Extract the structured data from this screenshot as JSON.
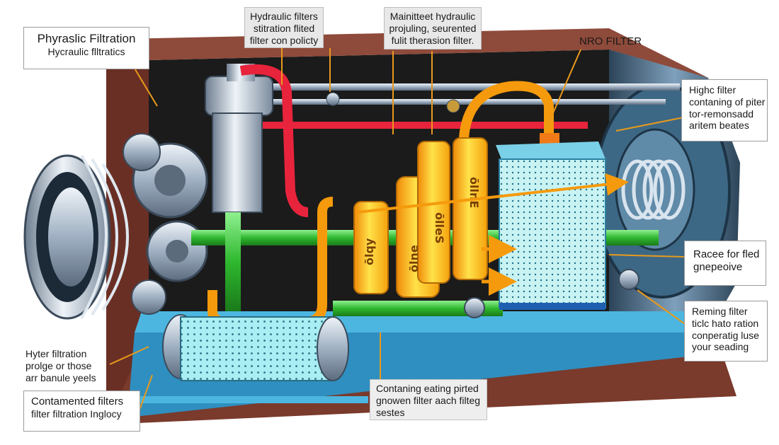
{
  "diagram": {
    "labels": {
      "top_left": {
        "title": "Phyraslic Filtration",
        "subtitle": "Hycraulic flltratics"
      },
      "top_center_left": {
        "lines": [
          "Hydraulic filters",
          "stitration flited",
          "filter con policty"
        ]
      },
      "top_center_right": {
        "lines": [
          "Mainitteet hydraulic",
          "projuling, seurented",
          "fulit therasion filter."
        ]
      },
      "top_right": {
        "title": "NRO FILTER"
      },
      "right_upper": {
        "lines": [
          "Highc filter",
          "contaning of piter",
          "tor-remonsadd",
          "aritem beates"
        ]
      },
      "right_middle": {
        "lines": [
          "Racee for fled",
          "gnepeoive"
        ]
      },
      "right_lower": {
        "lines": [
          "Reming filter",
          "ticlc hato ration",
          "conperatig luse",
          "your seading"
        ]
      },
      "bottom_left_upper": {
        "lines": [
          "Hyter filtration",
          "prolge or those",
          "arr banule yeels"
        ]
      },
      "bottom_left": {
        "title": "Contamented filters",
        "subtitle": "filter filtration Inglocy"
      },
      "bottom_center": {
        "lines": [
          "Contaning eating pirted",
          "gnowen filter aach filteg",
          "sestes"
        ]
      }
    },
    "filter_cartridge_text": [
      "ōlqy",
      "ōlne",
      "ōlleS",
      "ōllnE"
    ],
    "colors": {
      "housing": "#7a3a2c",
      "metal": "#b8c6d4",
      "pipe_green": "#3cc43c",
      "pipe_red": "#e8243c",
      "pipe_orange": "#f59a0c",
      "cartridge_yellow": "#ffd21a",
      "filter_cyan": "#9fe6ea",
      "base_blue": "#3aa8d8",
      "leader": "#e89a1c"
    }
  }
}
